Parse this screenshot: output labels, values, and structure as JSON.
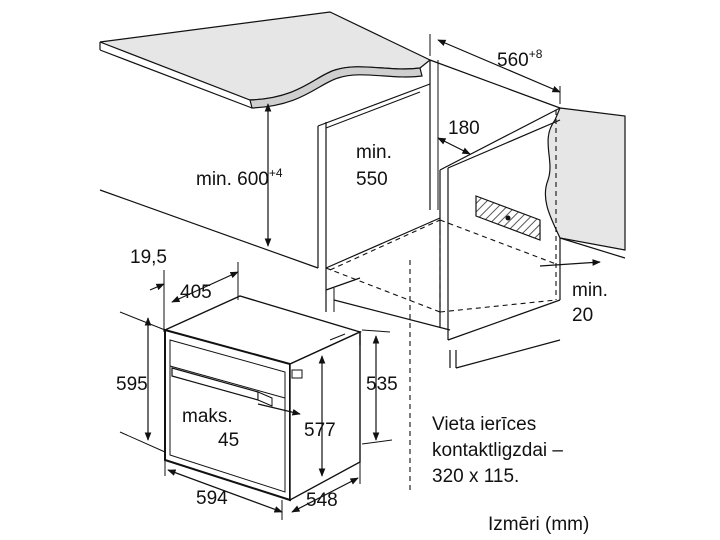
{
  "dimensions": {
    "niche_width": "560",
    "niche_width_tol": "+8",
    "min_height_prefix": "min. 600",
    "min_height_tol": "+4",
    "min_depth_label": "min.",
    "min_depth_value": "550",
    "vent_opening": "180",
    "front_offset": "19,5",
    "side_depth": "405",
    "side_min_label": "min.",
    "side_min_value": "20",
    "height_total": "595",
    "height_body": "535",
    "height_inner": "577",
    "handle_label": "maks.",
    "handle_value": "45",
    "width_front": "594",
    "depth_total": "548"
  },
  "notes": {
    "socket_line1": "Vieta ierīces",
    "socket_line2": "kontaktligzdai –",
    "socket_line3": "320 x 115.",
    "units": "Izmēri (mm)"
  },
  "colors": {
    "line": "#111111",
    "countertop": "#e6e6e6",
    "hatch": "#555555"
  }
}
